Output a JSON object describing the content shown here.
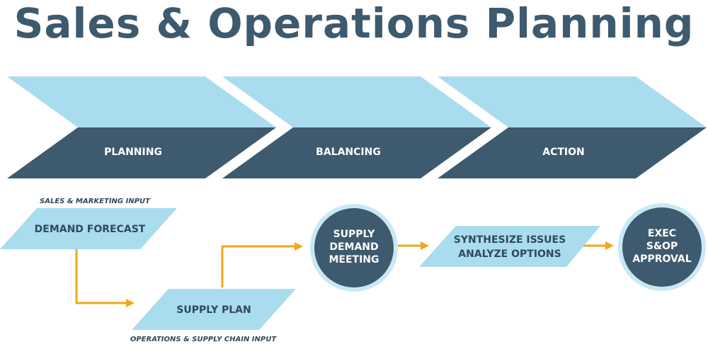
{
  "title": "Sales & Operations Planning",
  "colors": {
    "dark": "#3d5a6e",
    "light": "#a9dcee",
    "arrow": "#f0a814",
    "ring": "#c8e9f4"
  },
  "phases": [
    {
      "label": "PLANNING"
    },
    {
      "label": "BALANCING"
    },
    {
      "label": "ACTION"
    }
  ],
  "flow": {
    "demand_forecast": "DEMAND FORECAST",
    "sales_marketing_input": "SALES & MARKETING INPUT",
    "supply_plan": "SUPPLY PLAN",
    "operations_input": "OPERATIONS & SUPPLY CHAIN INPUT",
    "supply_demand_meeting": [
      "SUPPLY",
      "DEMAND",
      "MEETING"
    ],
    "synthesize": [
      "SYNTHESIZE ISSUES",
      "ANALYZE OPTIONS"
    ],
    "exec_approval": [
      "EXEC",
      "S&OP",
      "APPROVAL"
    ]
  }
}
